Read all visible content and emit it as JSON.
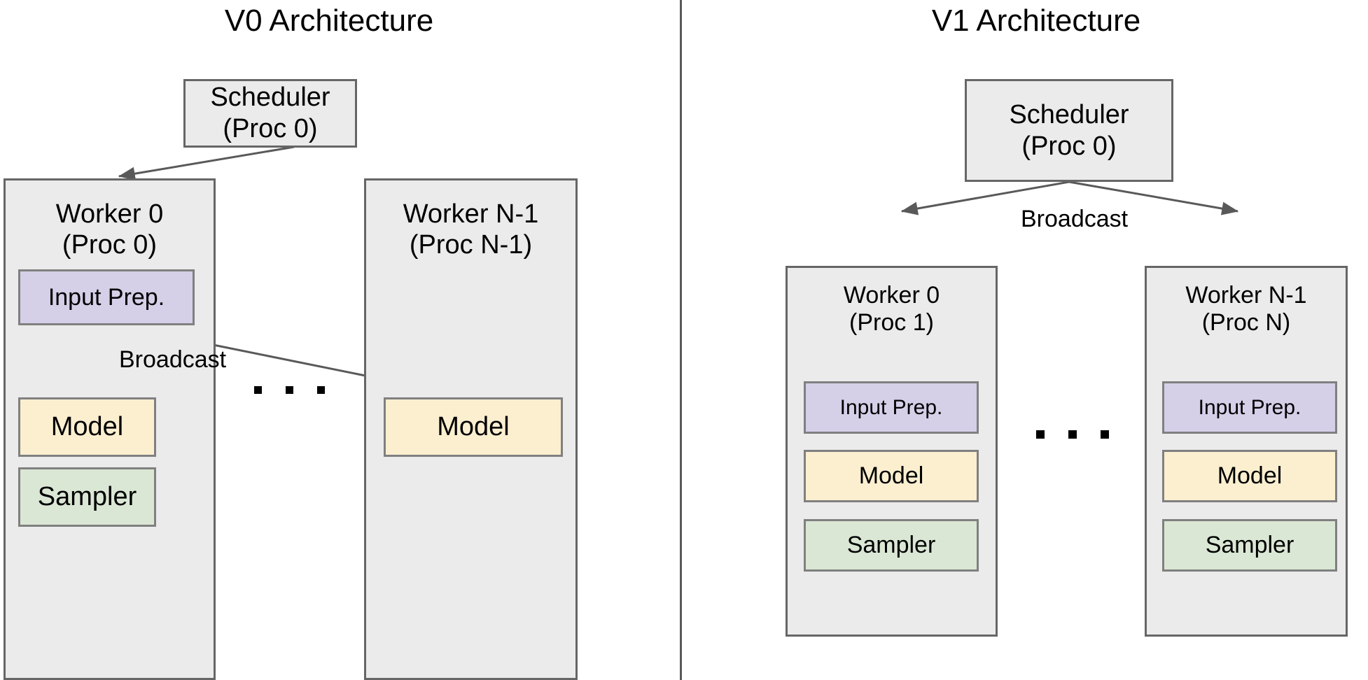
{
  "panels": [
    {
      "id": "v0",
      "title": "V0 Architecture",
      "scheduler": {
        "line1": "Scheduler",
        "line2": "(Proc 0)"
      },
      "workers": [
        {
          "id": "worker-0",
          "line1": "Worker 0",
          "line2": "(Proc 0)",
          "blocks": [
            {
              "label": "Input Prep.",
              "color": "#d5cfe8"
            },
            {
              "label": "Model",
              "color": "#fcefd0"
            },
            {
              "label": "Sampler",
              "color": "#dbe7d5"
            }
          ]
        },
        {
          "id": "worker-n-1",
          "line1": "Worker N-1",
          "line2": "(Proc N-1)",
          "blocks": [
            {
              "label": "Model",
              "color": "#fcefd0"
            }
          ]
        }
      ],
      "edge_labels": [
        "Broadcast"
      ],
      "ellipsis": "..."
    },
    {
      "id": "v1",
      "title": "V1 Architecture",
      "scheduler": {
        "line1": "Scheduler",
        "line2": "(Proc 0)"
      },
      "workers": [
        {
          "id": "worker-0",
          "line1": "Worker 0",
          "line2": "(Proc 1)",
          "blocks": [
            {
              "label": "Input Prep.",
              "color": "#d5cfe8"
            },
            {
              "label": "Model",
              "color": "#fcefd0"
            },
            {
              "label": "Sampler",
              "color": "#dbe7d5"
            }
          ]
        },
        {
          "id": "worker-n-1",
          "line1": "Worker N-1",
          "line2": "(Proc N)",
          "blocks": [
            {
              "label": "Input Prep.",
              "color": "#d5cfe8"
            },
            {
              "label": "Model",
              "color": "#fcefd0"
            },
            {
              "label": "Sampler",
              "color": "#dbe7d5"
            }
          ]
        }
      ],
      "edge_labels": [
        "Broadcast"
      ],
      "ellipsis": "..."
    }
  ],
  "colors": {
    "container_fill": "#ebebeb",
    "container_stroke": "#666666",
    "input_prep_fill": "#d5cfe8",
    "model_fill": "#fcefd0",
    "sampler_fill": "#dbe7d5",
    "block_stroke": "#808080",
    "arrow_stroke": "#595959",
    "divider": "#595959",
    "background": "#ffffff",
    "text": "#000000"
  }
}
